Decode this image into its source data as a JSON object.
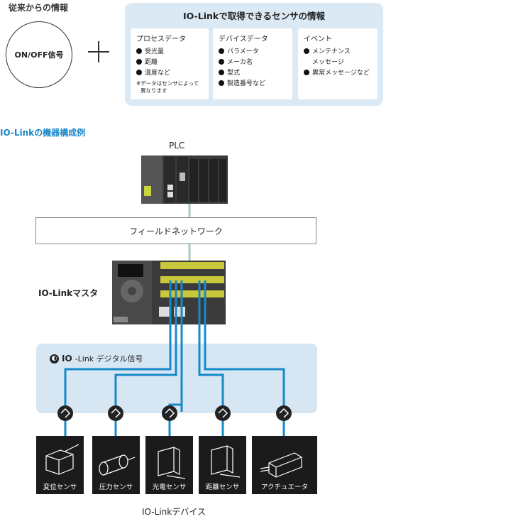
{
  "conventional": {
    "heading": "従来からの情報",
    "circle_text": "ON/OFF信号"
  },
  "iolink_info": {
    "title": "IO-Linkで取得できるセンサの情報",
    "cards": [
      {
        "title": "プロセスデータ",
        "items": [
          "受光量",
          "距離",
          "温度など"
        ],
        "note_line1": "※データはセンサによって",
        "note_line2": "異なります"
      },
      {
        "title": "デバイスデータ",
        "items": [
          "パラメータ",
          "メーカ名",
          "型式",
          "製造番号など"
        ]
      },
      {
        "title": "イベント",
        "items": [
          "メンテナンス",
          "異常メッセージなど"
        ],
        "item1_continuation": "メッセージ"
      }
    ]
  },
  "configuration": {
    "title": "IO-Linkの機器構成例",
    "plc_label": "PLC",
    "field_network": "フィールドネットワーク",
    "master_label": "IO-Linkマスタ",
    "signal_label_brand": "IO",
    "signal_label_text": "-Link デジタル信号",
    "devices": [
      "変位センサ",
      "圧力センサ",
      "光電センサ",
      "距離センサ",
      "アクチュエータ"
    ],
    "devices_caption": "IO-Linkデバイス",
    "colors": {
      "accent_blue": "#1a86c8",
      "cable_blue": "#1789c8",
      "panel_bg": "#dbe9f4",
      "device_bg": "#1b1b1b"
    }
  }
}
